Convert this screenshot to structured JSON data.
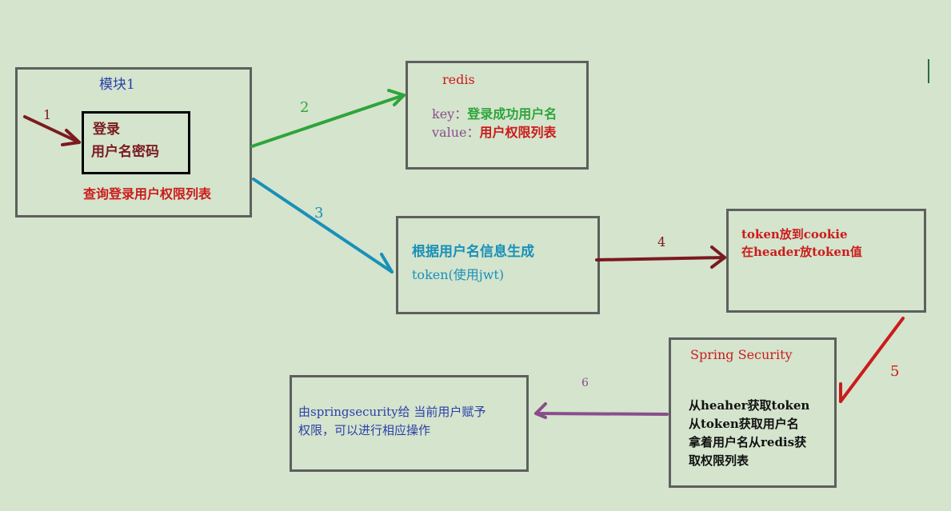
{
  "module1": {
    "title": "模块1",
    "login_line1": "登录",
    "login_line2": "用户名密码",
    "query": "查询登录用户权限列表"
  },
  "redis": {
    "title": "redis",
    "key_label": "key：",
    "key_value": "登录成功用户名",
    "value_label": "value：",
    "value_value": "用户权限列表"
  },
  "token_gen": {
    "line1": "根据用户名信息生成",
    "line2": "token(使用jwt)"
  },
  "cookie": {
    "line1": "token放到cookie",
    "line2": "在header放token值"
  },
  "spring_security": {
    "title": "Spring Security",
    "line1": "从heaher获取token",
    "line2": "从token获取用户名",
    "line3": "拿着用户名从redis获",
    "line4": "取权限列表"
  },
  "grant": {
    "line1": "由springsecurity给 当前用户赋予",
    "line2": "权限，可以进行相应操作"
  },
  "steps": {
    "s1": "1",
    "s2": "2",
    "s3": "3",
    "s4": "4",
    "s5": "5",
    "s6": "6"
  },
  "colors": {
    "dark_red": "#7b1a1f",
    "green": "#2ea43a",
    "blue": "#1a90b8",
    "purple": "#8a4d8c",
    "red": "#cc1b1b",
    "box_border": "#5d605d",
    "background": "#d4e4cd"
  }
}
